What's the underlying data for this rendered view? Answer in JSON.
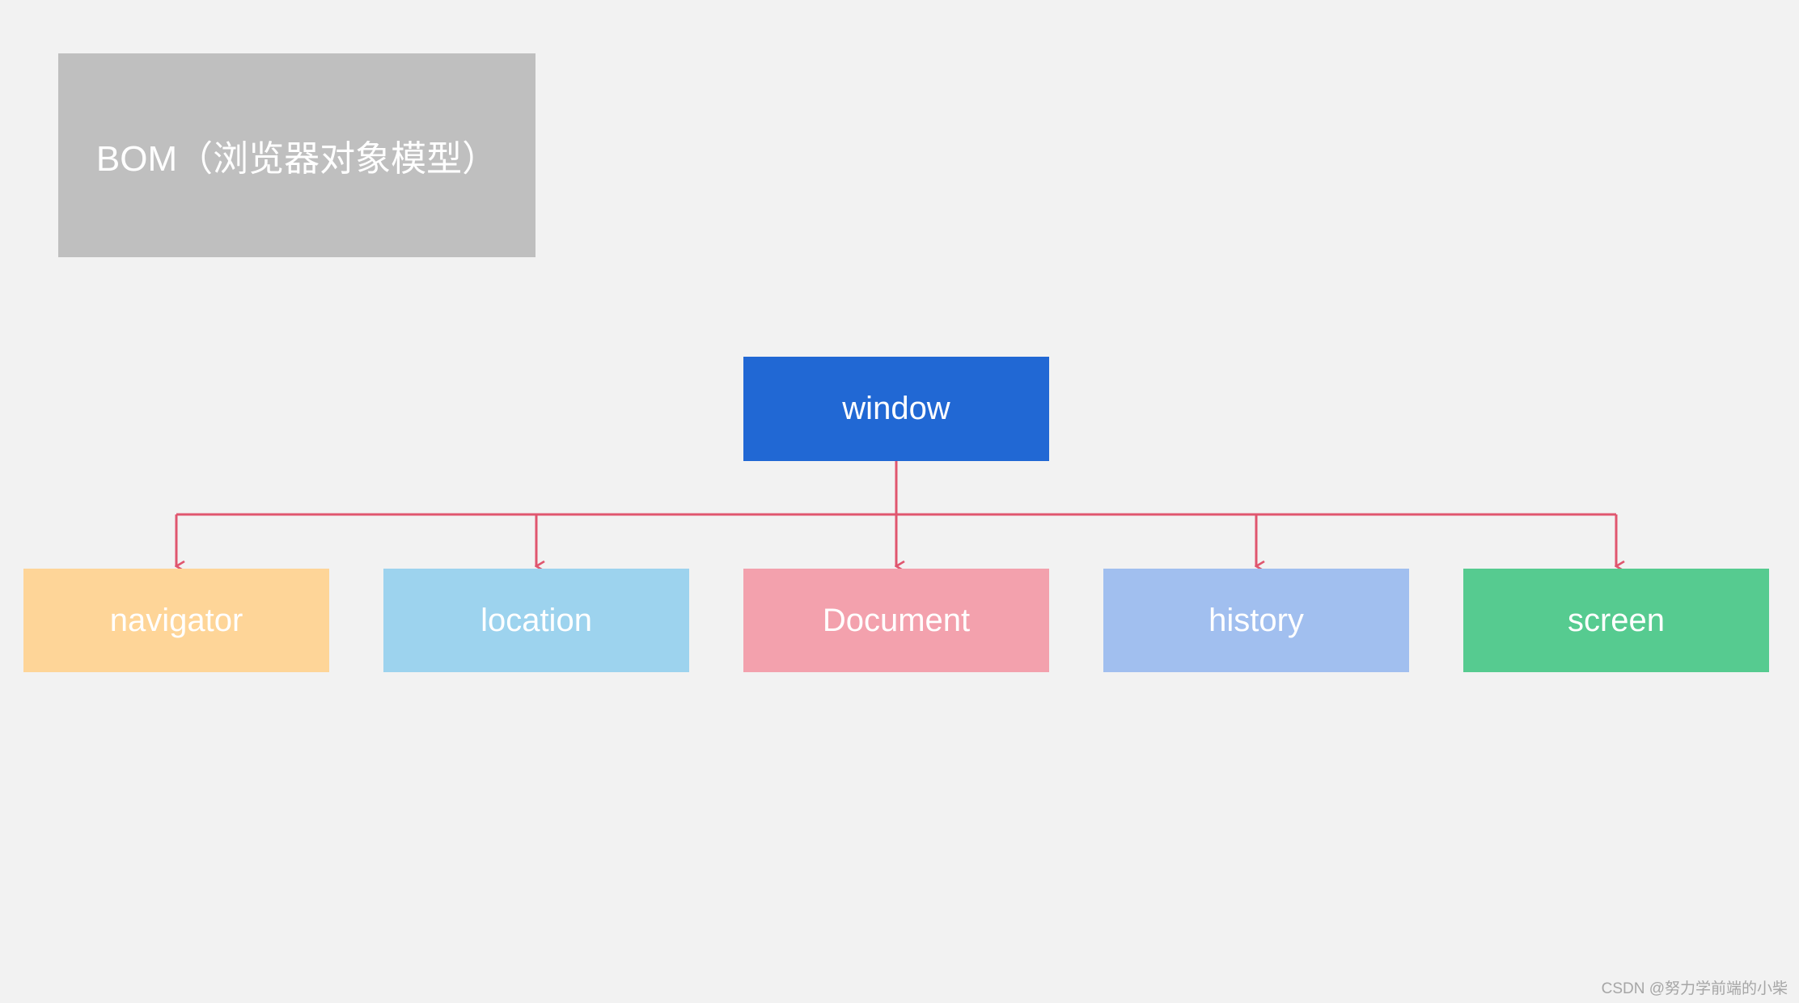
{
  "title": {
    "label": "BOM（浏览器对象模型）",
    "color": "#bfbfbf"
  },
  "root": {
    "label": "window",
    "color": "#2168d4"
  },
  "children": [
    {
      "label": "navigator",
      "color": "#fed598"
    },
    {
      "label": "location",
      "color": "#9dd3ee"
    },
    {
      "label": "Document",
      "color": "#f3a1ad"
    },
    {
      "label": "history",
      "color": "#a1bfef"
    },
    {
      "label": "screen",
      "color": "#56cb90"
    }
  ],
  "connector_color": "#e0566f",
  "watermark": "CSDN @努力学前端的小柴"
}
